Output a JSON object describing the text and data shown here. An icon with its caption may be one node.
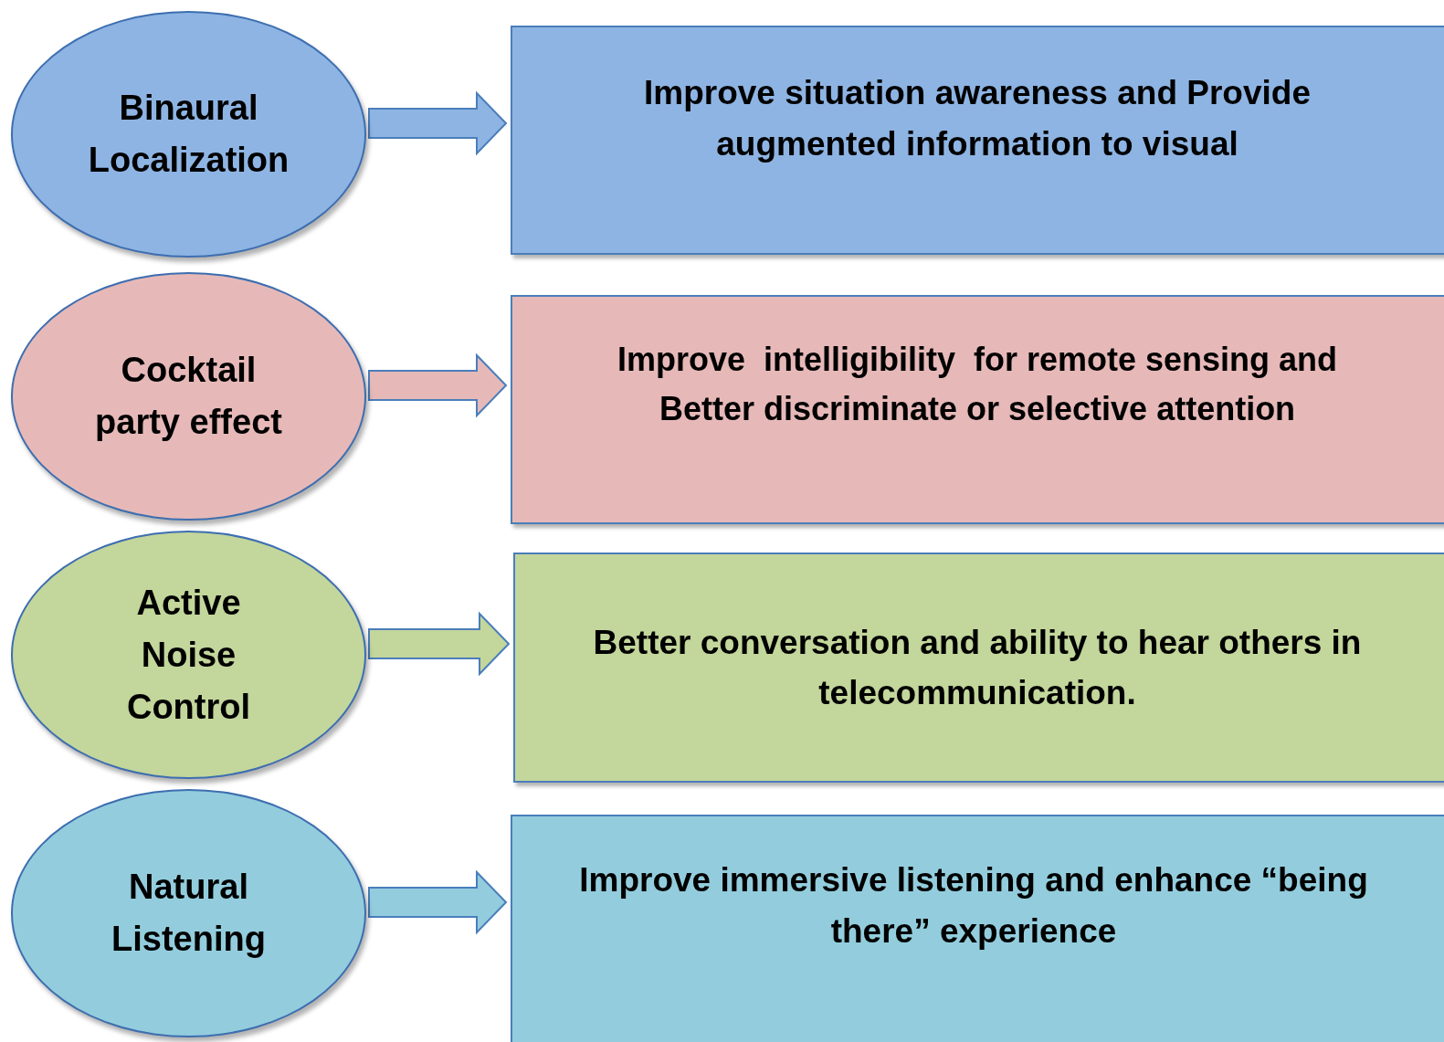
{
  "diagram": {
    "nodes": [
      {
        "text": [
          "Binaural Localization"
        ]
      },
      {
        "text": [
          "Improve situation awareness and Provide augmented information to visual"
        ]
      },
      {
        "text": [
          "Cocktail party effect"
        ]
      },
      {
        "text": [
          "Improve  intelligibility  for remote sensing and Better discriminate or selective attention"
        ]
      },
      {
        "text": [
          "Active Noise Control"
        ]
      },
      {
        "text": [
          "Better conversation and ability to hear others in telecommunication."
        ]
      },
      {
        "text": [
          "Natural Listening"
        ]
      },
      {
        "text": [
          "Improve immersive listening and enhance “being there” experience"
        ]
      }
    ],
    "edges": [
      {
        "from": 0,
        "to": 1,
        "arrow": "to",
        "color": "#8eb4e3"
      },
      {
        "from": 2,
        "to": 3,
        "arrow": "to",
        "color": "#e6b9b8"
      },
      {
        "from": 4,
        "to": 5,
        "arrow": "to",
        "color": "#c3d69b"
      },
      {
        "from": 6,
        "to": 7,
        "arrow": "to",
        "color": "#93cddd"
      }
    ]
  }
}
